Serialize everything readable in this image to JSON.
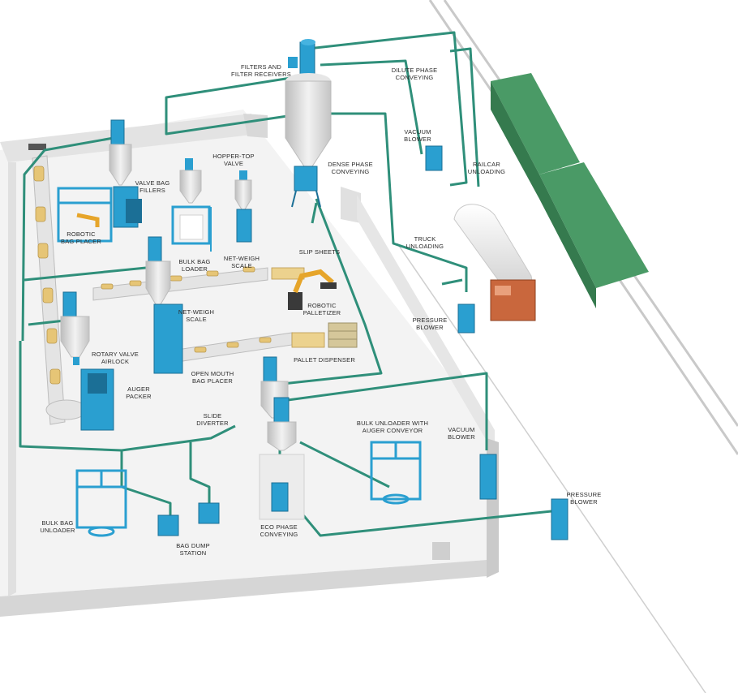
{
  "labels": {
    "filters": [
      "FILTERS AND",
      "FILTER RECEIVERS"
    ],
    "dilute_phase": [
      "DILUTE PHASE",
      "CONVEYING"
    ],
    "vacuum_blower_top": [
      "VACUUM",
      "BLOWER"
    ],
    "railcar_unloading": [
      "RAILCAR",
      "UNLOADING"
    ],
    "dense_phase": [
      "DENSE PHASE",
      "CONVEYING"
    ],
    "hopper_top_valve": [
      "HOPPER-TOP",
      "VALVE"
    ],
    "valve_bag_fillers": [
      "VALVE BAG",
      "FILLERS"
    ],
    "robotic_bag_placer": [
      "ROBOTIC",
      "BAG PLACER"
    ],
    "bulk_bag_loader": [
      "BULK BAG",
      "LOADER"
    ],
    "net_weigh_scale_top": [
      "NET-WEIGH",
      "SCALE"
    ],
    "truck_unloading": [
      "TRUCK",
      "UNLOADING"
    ],
    "slip_sheets": [
      "SLIP SHEETS"
    ],
    "robotic_palletizer": [
      "ROBOTIC",
      "PALLETIZER"
    ],
    "net_weigh_scale_mid": [
      "NET-WEIGH",
      "SCALE"
    ],
    "pressure_blower_mid": [
      "PRESSURE",
      "BLOWER"
    ],
    "rotary_valve": [
      "ROTARY VALVE",
      "AIRLOCK"
    ],
    "pallet_dispenser": [
      "PALLET DISPENSER"
    ],
    "open_mouth": [
      "OPEN MOUTH",
      "BAG PLACER"
    ],
    "auger_packer": [
      "AUGER",
      "PACKER"
    ],
    "slide_diverter": [
      "SLIDE",
      "DIVERTER"
    ],
    "bulk_unloader_auger": [
      "BULK UNLOADER WITH",
      "AUGER CONVEYOR"
    ],
    "vacuum_blower_bottom": [
      "VACUUM",
      "BLOWER"
    ],
    "pressure_blower_bottom": [
      "PRESSURE",
      "BLOWER"
    ],
    "bulk_bag_unloader": [
      "BULK BAG",
      "UNLOADER"
    ],
    "bag_dump_station": [
      "BAG DUMP",
      "STATION"
    ],
    "eco_phase": [
      "ECO PHASE",
      "CONVEYING"
    ]
  },
  "colors": {
    "equipment": "#2a9fd0",
    "equipment_dark": "#1b6f96",
    "pipe": "#2f8f7a",
    "floor": "#f1f1f1",
    "wall": "#dcdcdc",
    "railcar": "#3f8a5a",
    "truck_cab": "#c9673d",
    "tanker": "#f0f0f0",
    "bags": "#e8c97a"
  }
}
